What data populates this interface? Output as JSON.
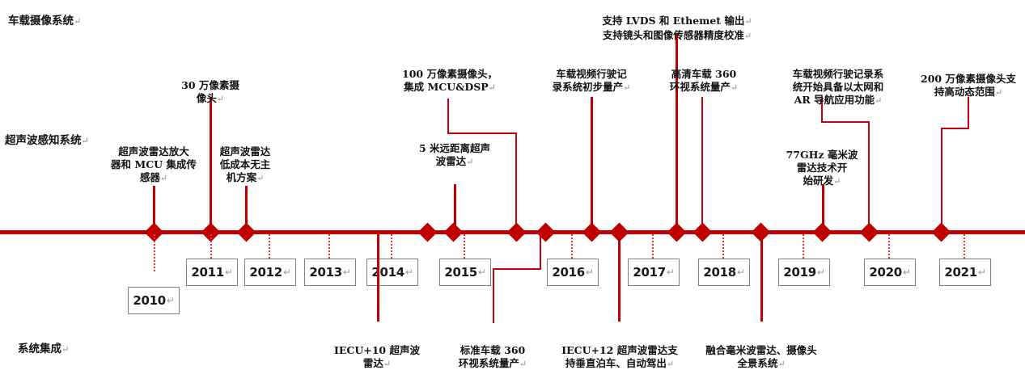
{
  "diagram": {
    "title_categories": [
      {
        "label": "车载摄像系统",
        "pilcrow": "↵"
      },
      {
        "label": "超声波感知系统",
        "pilcrow": "↵"
      },
      {
        "label": "系统集成",
        "pilcrow": "↵"
      }
    ],
    "accent_color": "#C00000",
    "box_border_color": "#808080",
    "years": [
      {
        "label": "2010",
        "pilcrow": "↵"
      },
      {
        "label": "2011",
        "pilcrow": "↵"
      },
      {
        "label": "2012",
        "pilcrow": "↵"
      },
      {
        "label": "2013",
        "pilcrow": "↵"
      },
      {
        "label": "2014",
        "pilcrow": "↵"
      },
      {
        "label": "2015",
        "pilcrow": "↵"
      },
      {
        "label": "2016",
        "pilcrow": "↵"
      },
      {
        "label": "2017",
        "pilcrow": "↵"
      },
      {
        "label": "2018",
        "pilcrow": "↵"
      },
      {
        "label": "2019",
        "pilcrow": "↵"
      },
      {
        "label": "2020",
        "pilcrow": "↵"
      },
      {
        "label": "2021",
        "pilcrow": "↵"
      }
    ],
    "notes_above": [
      {
        "text": "30 万像素摄\n像头",
        "pilcrow": "↵"
      },
      {
        "text": "100 万像素摄像头，\n集成 MCU&DSP",
        "pilcrow": "↵"
      },
      {
        "text": "车载视频行驶记\n录系统初步量产",
        "pilcrow": "↵"
      },
      {
        "text": "支持 LVDS 和 Ethemet 输出",
        "pilcrow": "↵"
      },
      {
        "text": "支持镜头和图像传感器精度校准",
        "pilcrow": "↵"
      },
      {
        "text": "高清车载 360\n环视系统量产",
        "pilcrow": "↵"
      },
      {
        "text": "车载视频行驶记录系\n统开始具备以太网和\nAR 导航应用功能",
        "pilcrow": "↵"
      },
      {
        "text": "200 万像素摄像头支\n持高动态范围",
        "pilcrow": "↵"
      }
    ],
    "notes_middle": [
      {
        "text": "超声波雷达放大\n器和 MCU 集成传\n感器",
        "pilcrow": "↵"
      },
      {
        "text": "超声波雷达\n低成本无主\n机方案",
        "pilcrow": "↵"
      },
      {
        "text": "5 米远距离超声\n波雷达",
        "pilcrow": "↵"
      },
      {
        "text": "77GHz 毫米波\n雷达技术开\n始研发",
        "pilcrow": "↵"
      }
    ],
    "notes_below": [
      {
        "text": "IECU+10 超声波\n雷达",
        "pilcrow": "↵"
      },
      {
        "text": "标准车载 360\n环视系统量产",
        "pilcrow": "↵"
      },
      {
        "text": "IECU+12 超声波雷达支\n持垂直泊车、自动驾出",
        "pilcrow": "↵"
      },
      {
        "text": "融合毫米波雷达、摄像头\n全景系统",
        "pilcrow": "↵"
      }
    ]
  }
}
